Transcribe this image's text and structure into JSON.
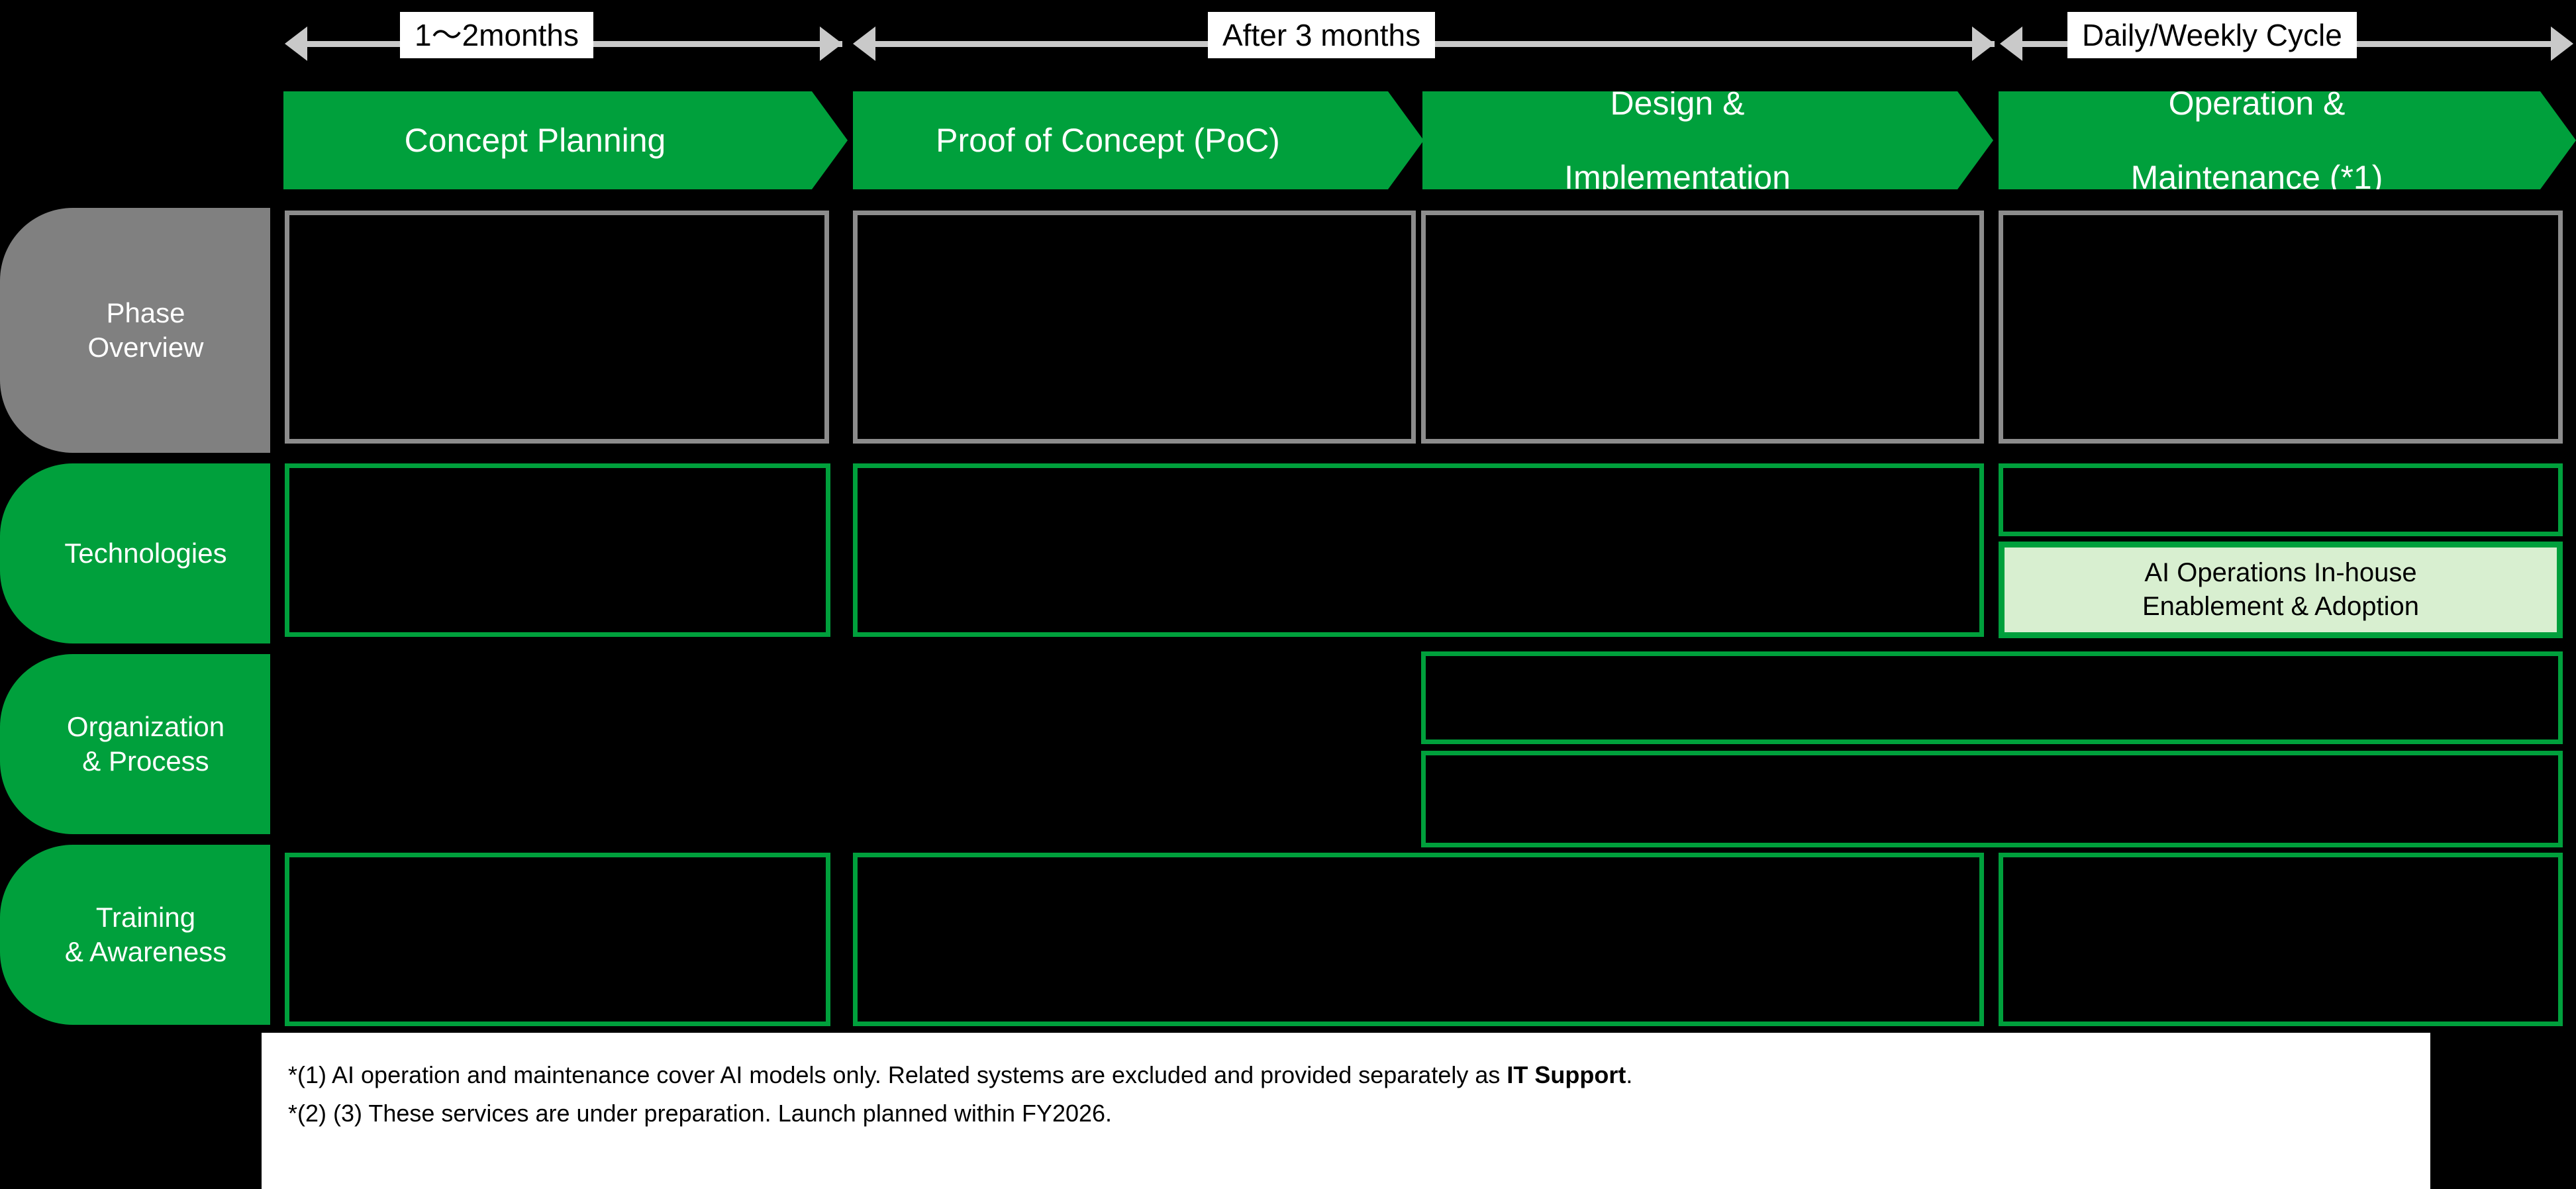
{
  "timeline": {
    "segments": [
      {
        "label": "1〜2months"
      },
      {
        "label": "After 3 months"
      },
      {
        "label": "Daily/Weekly Cycle"
      }
    ]
  },
  "phases": [
    {
      "line1": "Concept Planning",
      "line2": ""
    },
    {
      "line1": "Proof of Concept (PoC)",
      "line2": ""
    },
    {
      "line1": "Design &",
      "line2": "Implementation"
    },
    {
      "line1": "Operation &",
      "line2": "Maintenance (*1)"
    }
  ],
  "rows": [
    {
      "line1": "Phase",
      "line2": "Overview",
      "color": "#808080"
    },
    {
      "line1": "Technologies",
      "line2": "",
      "color": "#00A03C"
    },
    {
      "line1": "Organization",
      "line2": "& Process",
      "color": "#00A03C"
    },
    {
      "line1": "Training",
      "line2": "& Awareness",
      "color": "#00A03C"
    }
  ],
  "cells": {
    "ops_inhouse": {
      "line1": "AI Operations In-house",
      "line2": "Enablement & Adoption"
    }
  },
  "footnotes": {
    "note1_pre": "*(1) AI operation and maintenance cover AI models only. Related systems are excluded and provided separately as ",
    "note1_bold": "IT Support",
    "note1_post": ".",
    "note2": "*(2) (3) These services are under preparation. Launch planned within FY2026."
  },
  "colors": {
    "brand_green": "#00A03C",
    "phase_gray": "#808080",
    "light_green": "#D8EFD0",
    "arrow_gray": "#C9C9C9"
  }
}
